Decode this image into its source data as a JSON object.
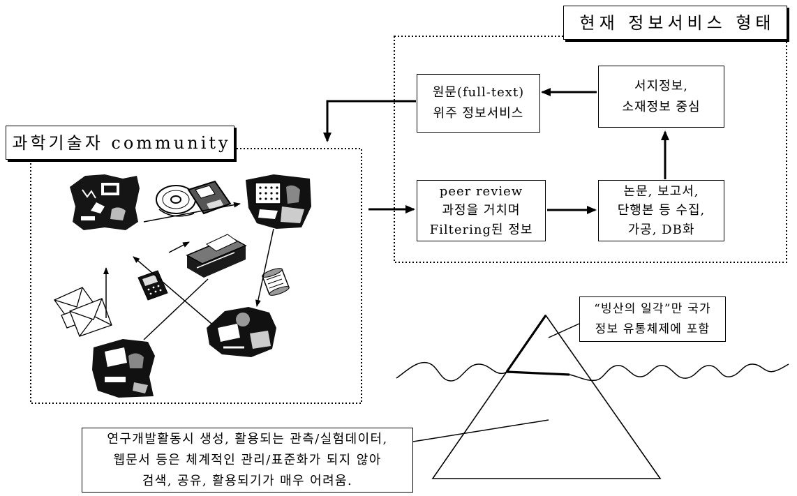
{
  "current_service": {
    "title": "현재 정보서비스 형태",
    "fulltext_service": [
      "원문(full-text)",
      "위주 정보서비스"
    ],
    "bibliographic_info": [
      "서지정보,",
      "소재정보 중심"
    ],
    "peer_review_filtering": [
      "peer review",
      "과정을 거치며",
      "Filtering된 정보"
    ],
    "collection_db": [
      "논문, 보고서,",
      "단행본 등 수집,",
      "가공, DB화"
    ]
  },
  "community": {
    "title": "과학기술자 community",
    "clipart_icons": [
      "computer-user-icon",
      "cd-floppy-icon",
      "researcher-workstation-icon",
      "fax-machine-icon",
      "mobile-phone-icon",
      "scroll-document-icon",
      "envelopes-icon",
      "desk-worker-icon",
      "reading-person-icon"
    ]
  },
  "iceberg": {
    "callout": [
      "“빙산의 일각”만 국가",
      "정보 유통체제에 포함"
    ]
  },
  "unmanaged_data_note": [
    "연구개발활동시 생성, 활용되는 관측/실험데이터,",
    "웹문서 등은 체계적인 관리/표준화가 되지 않아",
    "검색, 공유, 활용되기가 매우 어려움."
  ],
  "colors": {
    "ink": "#000000",
    "background": "#ffffff"
  }
}
